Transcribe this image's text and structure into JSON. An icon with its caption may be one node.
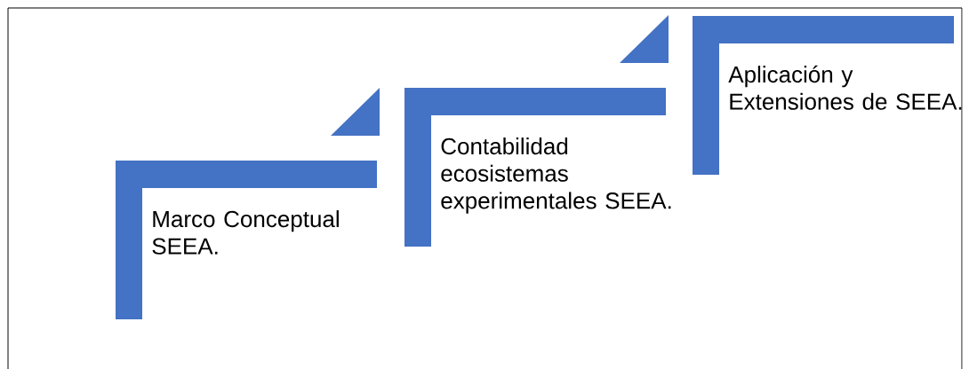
{
  "diagram": {
    "nodes": [
      {
        "text": [
          "Marco Conceptual SEEA."
        ]
      },
      {
        "text": [
          "Contabilidad ecosistemas experimentales SEEA."
        ]
      },
      {
        "text": [
          "Aplicación y Extensiones de SEEA."
        ]
      }
    ]
  }
}
